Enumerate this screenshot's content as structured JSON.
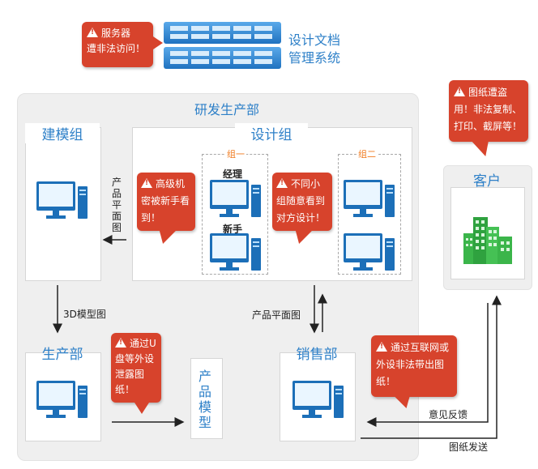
{
  "server": {
    "title_line1": "设计文档",
    "title_line2": "管理系统",
    "alert_line1": "服务器",
    "alert_line2": "遭非法访问！"
  },
  "rd": {
    "title": "研发生产部",
    "modeling": {
      "title": "建模组"
    },
    "design": {
      "title": "设计组",
      "group1": {
        "label": "组一",
        "manager": "经理",
        "newbie": "新手"
      },
      "group2": {
        "label": "组二"
      }
    },
    "production": {
      "title": "生产部"
    },
    "sales": {
      "title": "销售部"
    },
    "product_model": "产品模型"
  },
  "client": {
    "title": "客户"
  },
  "flows": {
    "plan_to_modeling": "产品平面图",
    "model_3d": "3D模型图",
    "plan_to_sales": "产品平面图",
    "feedback": "意见反馈",
    "drawing_send": "图纸发送"
  },
  "alerts": {
    "newbie": "高级机密被新手看到！",
    "groups": "不同小组随意看到对方设计！",
    "usb": "通过U盘等外设泄露图纸！",
    "internet": "通过互联网或外设非法带出图纸！",
    "client": "图纸遭盗用！非法复制、打印、截屏等！"
  },
  "colors": {
    "accent_blue": "#2e80c8",
    "alert_red": "#d7432c",
    "group_orange": "#f07a1e",
    "building_green": "#3bb54a"
  }
}
